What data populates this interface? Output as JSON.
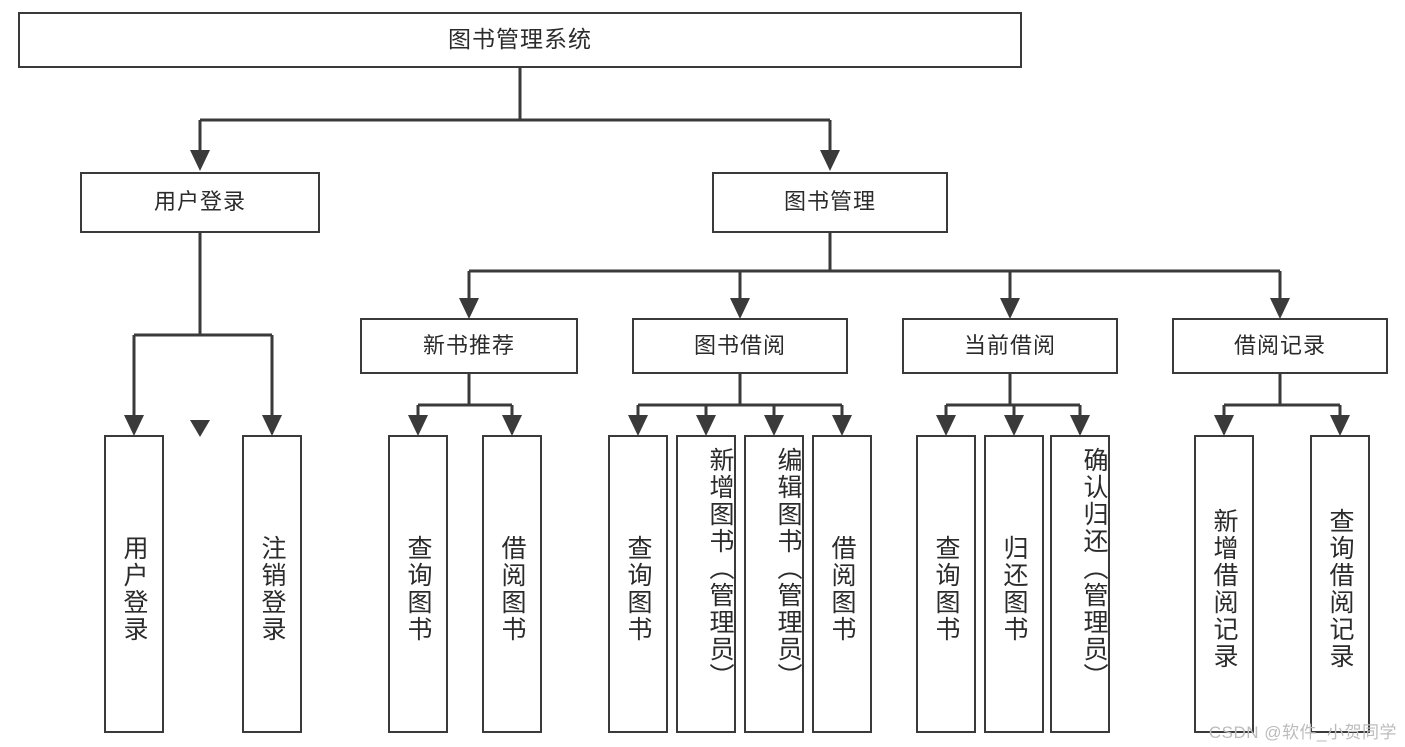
{
  "diagram": {
    "title": "图书管理系统",
    "type": "tree-hierarchy",
    "watermark": "CSDN @软件_小贺同学",
    "nodes": {
      "root": {
        "label": "图书管理系统"
      },
      "level1": [
        {
          "id": "user-login",
          "label": "用户登录"
        },
        {
          "id": "book-management",
          "label": "图书管理"
        }
      ],
      "level2": [
        {
          "id": "new-book-recommend",
          "label": "新书推荐"
        },
        {
          "id": "book-borrow",
          "label": "图书借阅"
        },
        {
          "id": "current-borrow",
          "label": "当前借阅"
        },
        {
          "id": "borrow-record",
          "label": "借阅记录"
        }
      ],
      "leaves": {
        "user_login": [
          {
            "id": "leaf-user-login",
            "label": "用户登录"
          },
          {
            "id": "leaf-logout-login",
            "label": "注销登录"
          }
        ],
        "new_book_recommend": [
          {
            "id": "leaf-query-book-1",
            "label": "查询图书"
          },
          {
            "id": "leaf-borrow-book-1",
            "label": "借阅图书"
          }
        ],
        "book_borrow": [
          {
            "id": "leaf-query-book-2",
            "label": "查询图书"
          },
          {
            "id": "leaf-add-book-admin",
            "label": "新增图书（管理员）"
          },
          {
            "id": "leaf-edit-book-admin",
            "label": "编辑图书（管理员）"
          },
          {
            "id": "leaf-borrow-book-2",
            "label": "借阅图书"
          }
        ],
        "current_borrow": [
          {
            "id": "leaf-query-book-3",
            "label": "查询图书"
          },
          {
            "id": "leaf-return-book",
            "label": "归还图书"
          },
          {
            "id": "leaf-confirm-return-admin",
            "label": "确认归还（管理员）"
          }
        ],
        "borrow_record": [
          {
            "id": "leaf-add-borrow-record",
            "label": "新增借阅记录"
          },
          {
            "id": "leaf-query-borrow-record",
            "label": "查询借阅记录"
          }
        ]
      }
    },
    "colors": {
      "border": "#3a3a3a",
      "text": "#2b2b2b",
      "background": "#ffffff",
      "watermark": "#bcbcbc"
    }
  }
}
